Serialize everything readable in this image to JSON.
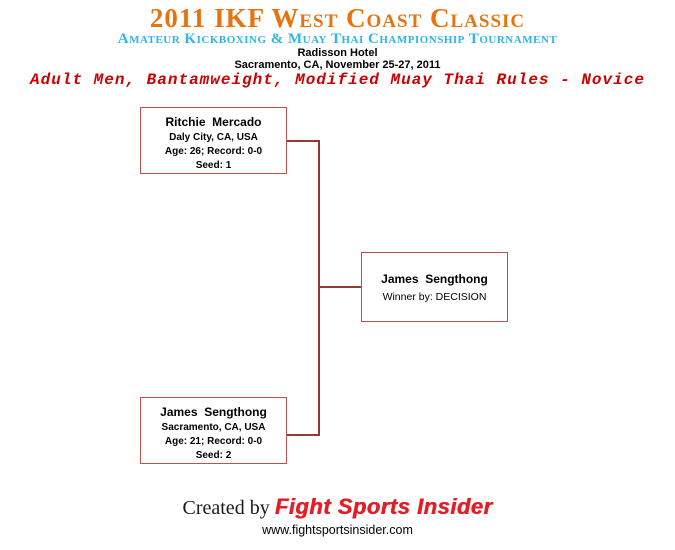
{
  "header": {
    "title": "2011 IKF West Coast Classic",
    "subtitle": "Amateur Kickboxing & Muay Thai Championship Tournament",
    "venue": "Radisson Hotel",
    "location_date": "Sacramento, CA, November 25-27, 2011",
    "division": "Adult Men, Bantamweight, Modified Muay Thai Rules - Novice"
  },
  "bracket": {
    "round1": [
      {
        "name": "Ritchie  Mercado",
        "location": "Daly City, CA, USA",
        "age_record": "Age: 26; Record: 0-0",
        "seed": "Seed: 1"
      },
      {
        "name": "James  Sengthong",
        "location": "Sacramento, CA, USA",
        "age_record": "Age: 21; Record: 0-0",
        "seed": "Seed: 2"
      }
    ],
    "final": {
      "name": "James  Sengthong",
      "method": "Winner by: DECISION"
    }
  },
  "footer": {
    "created_by": "Created by ",
    "brand": "Fight Sports Insider",
    "website": "www.fightsportsinsider.com"
  },
  "colors": {
    "title_orange": "#E8730E",
    "subtitle_cyan": "#2EB5E5",
    "division_red": "#CC0000",
    "box_border": "#C0504D",
    "bracket_line": "#953735",
    "brand_red": "#E31E24"
  }
}
